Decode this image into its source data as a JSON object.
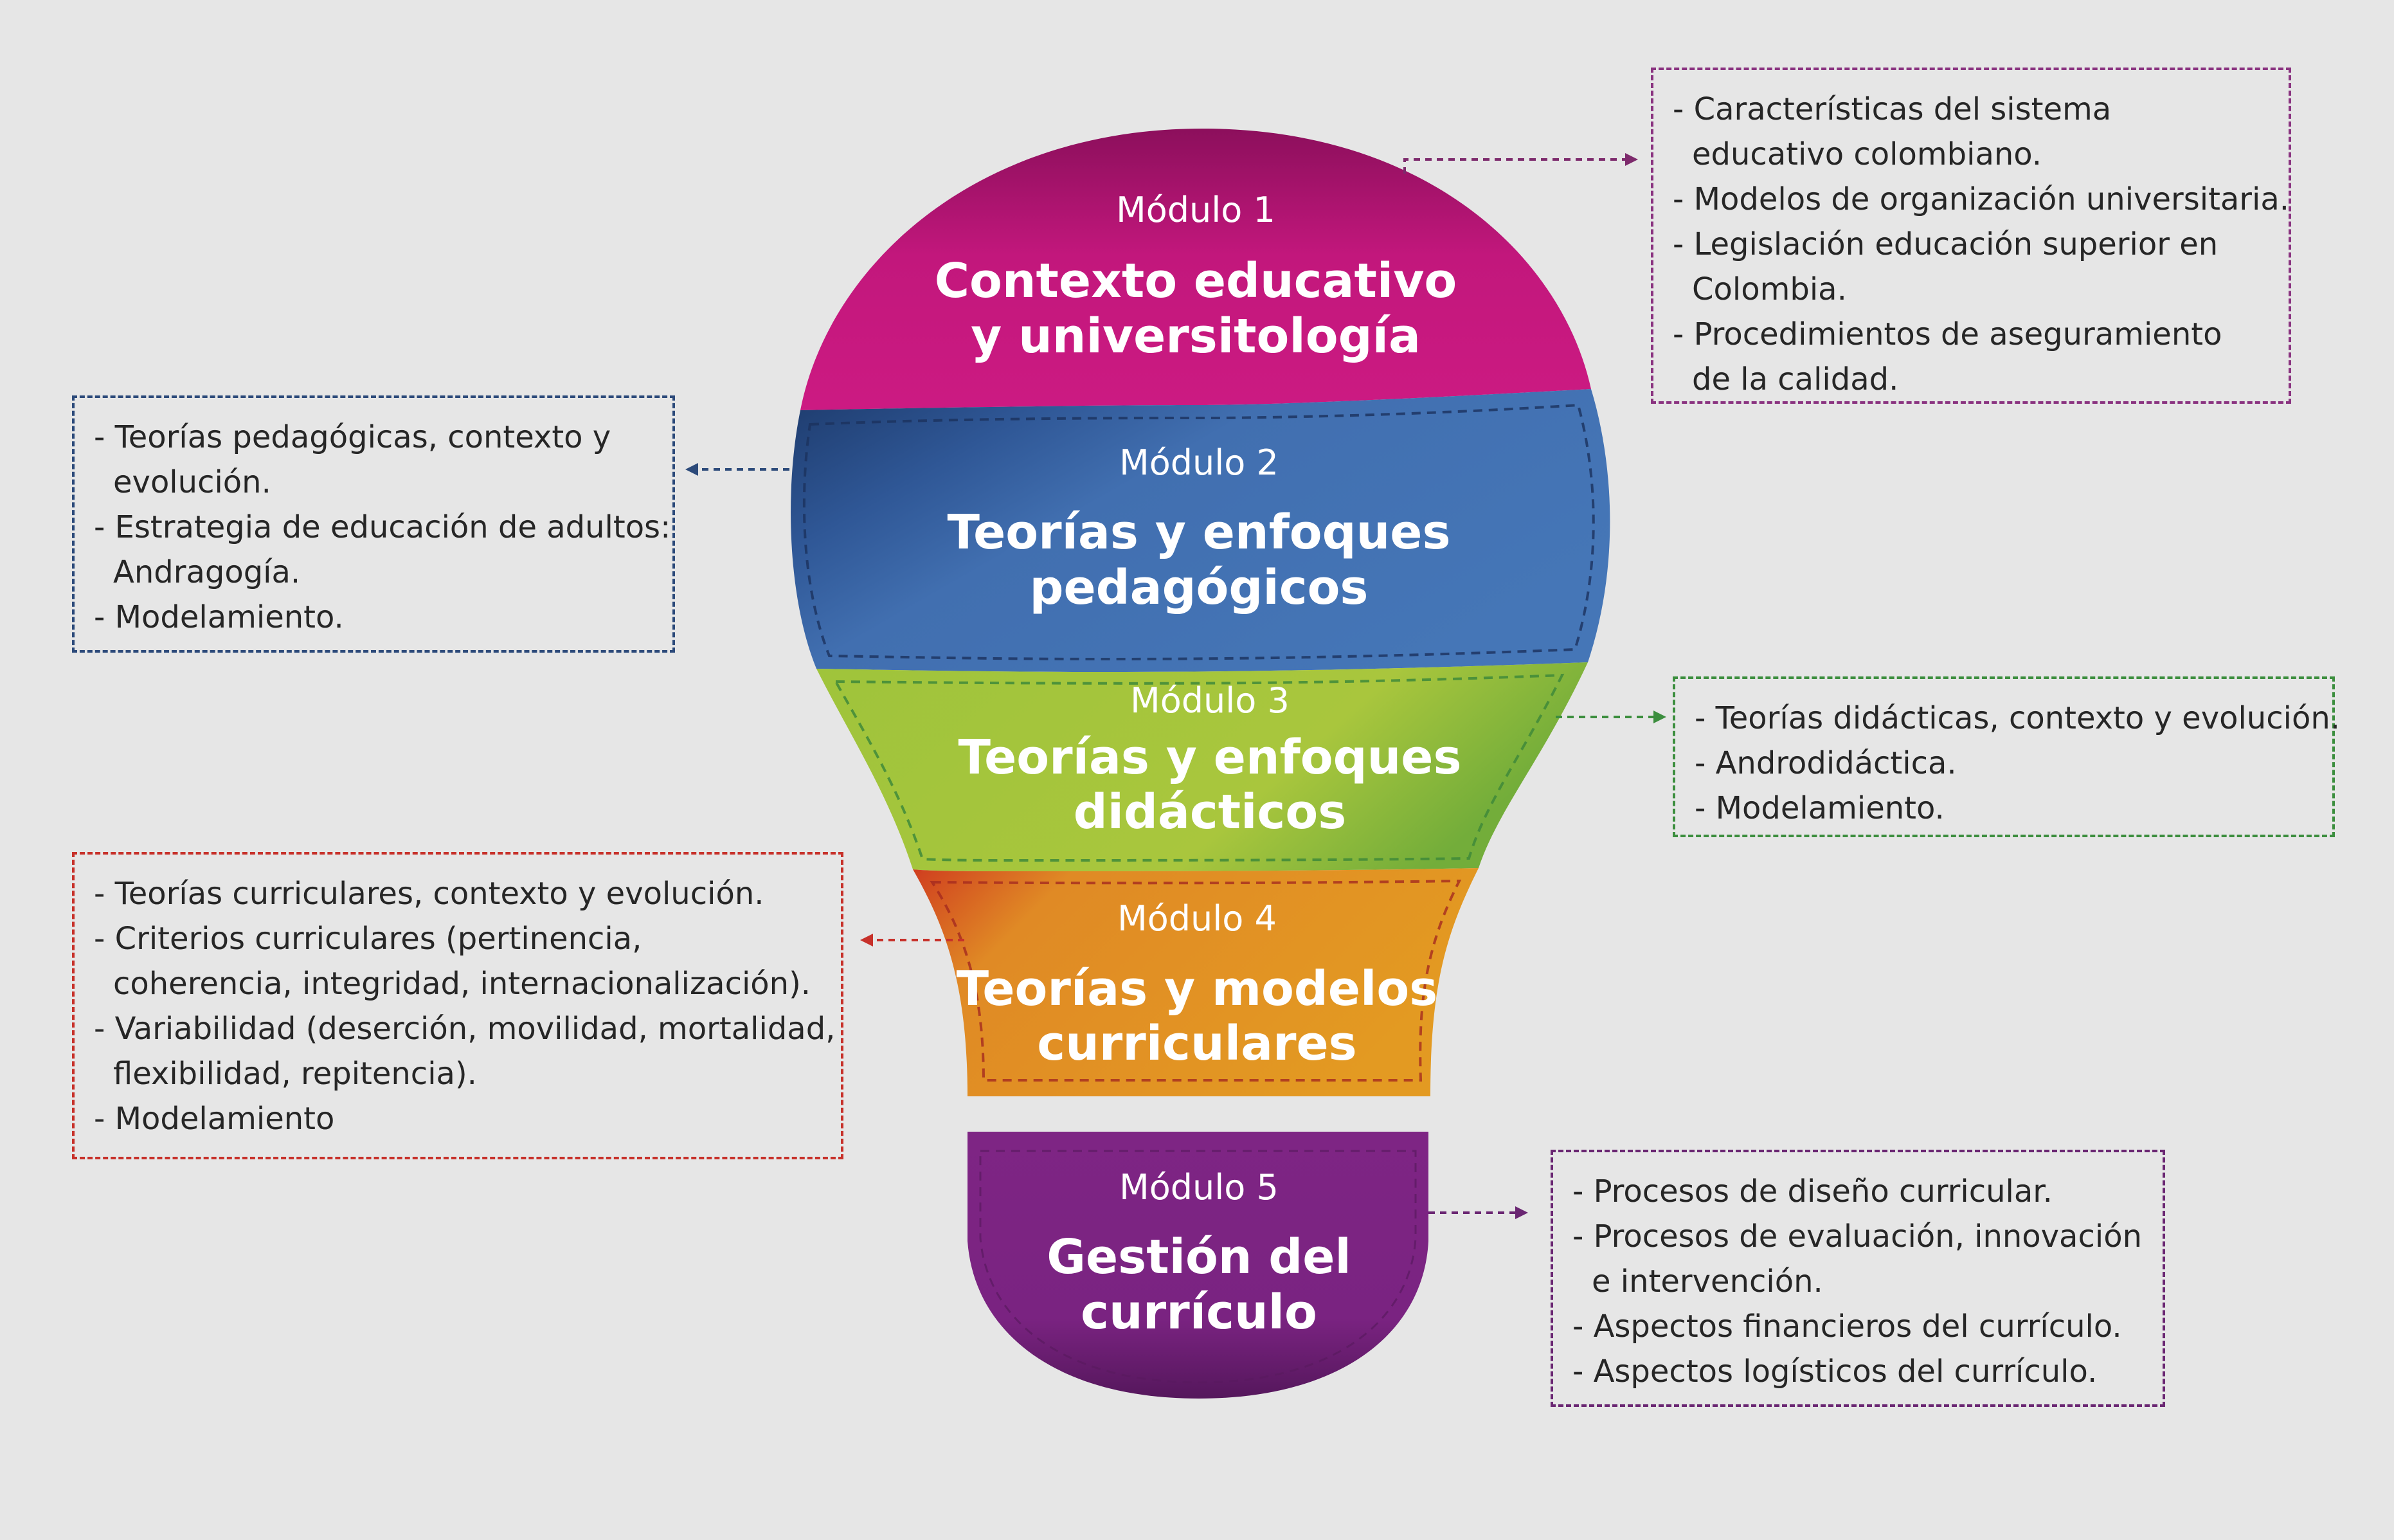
{
  "colors": {
    "module1": "#c2177c",
    "module2": "#416fb0",
    "module3": "#9ec13c",
    "module4": "#e29024",
    "module5": "#7e2584",
    "background": "#e6e6e6"
  },
  "modules": [
    {
      "number_label": "Módulo 1",
      "title_lines": [
        "Contexto educativo",
        "y universitología"
      ],
      "box_items": [
        [
          "- Características del sistema",
          "educativo colombiano."
        ],
        [
          "- Modelos de organización universitaria."
        ],
        [
          "- Legislación educación superior en",
          "Colombia."
        ],
        [
          "- Procedimientos de aseguramiento",
          "de la calidad."
        ]
      ]
    },
    {
      "number_label": "Módulo 2",
      "title_lines": [
        "Teorías y enfoques",
        "pedagógicos"
      ],
      "box_items": [
        [
          "- Teorías pedagógicas, contexto y",
          "evolución."
        ],
        [
          "- Estrategia de educación de adultos:",
          "Andragogía."
        ],
        [
          "- Modelamiento."
        ]
      ]
    },
    {
      "number_label": "Módulo 3",
      "title_lines": [
        "Teorías y enfoques",
        "didácticos"
      ],
      "box_items": [
        [
          "- Teorías didácticas, contexto y evolución."
        ],
        [
          "- Androdidáctica."
        ],
        [
          "- Modelamiento."
        ]
      ]
    },
    {
      "number_label": "Módulo 4",
      "title_lines": [
        "Teorías y modelos",
        "curriculares"
      ],
      "box_items": [
        [
          "- Teorías curriculares, contexto y evolución."
        ],
        [
          "- Criterios curriculares (pertinencia,",
          "coherencia, integridad, internacionalización)."
        ],
        [
          "- Variabilidad (deserción, movilidad, mortalidad,",
          "flexibilidad, repitencia)."
        ],
        [
          "- Modelamiento"
        ]
      ]
    },
    {
      "number_label": "Módulo 5",
      "title_lines": [
        "Gestión del",
        "currículo"
      ],
      "box_items": [
        [
          "- Procesos de diseño curricular."
        ],
        [
          "- Procesos de evaluación, innovación",
          "e intervención."
        ],
        [
          "- Aspectos financieros del currículo."
        ],
        [
          "- Aspectos logísticos del currículo."
        ]
      ]
    }
  ]
}
